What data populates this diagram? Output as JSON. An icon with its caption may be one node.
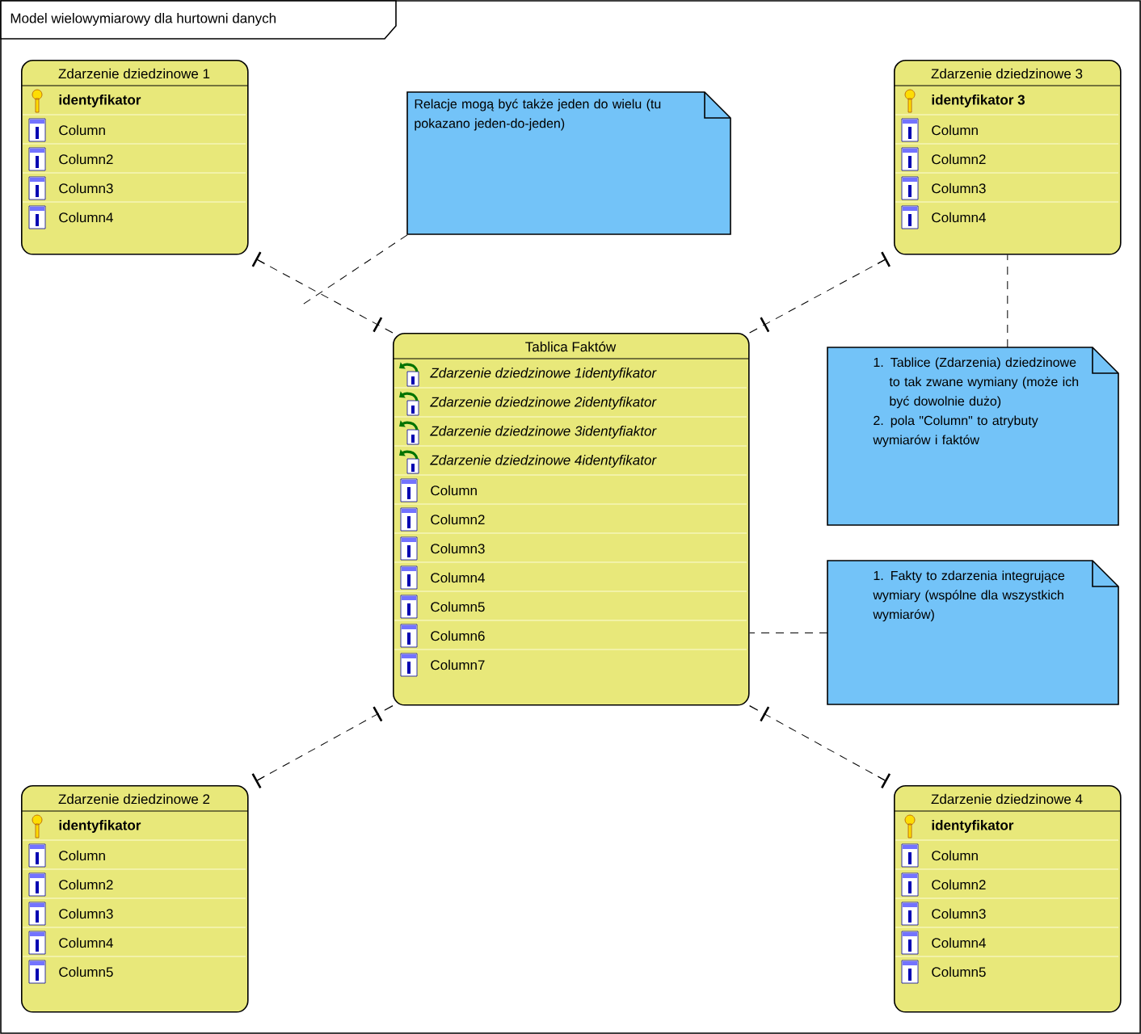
{
  "diagram": {
    "title": "Model wielowymiarowy dla hurtowni danych",
    "nodes": [
      {
        "text": [
          "Zdarzenie dziedzinowe 1",
          "identyfikator",
          "Column",
          "Column2",
          "Column3",
          "Column4"
        ]
      },
      {
        "text": [
          "Relacje mogą być także jeden do wielu (tu pokazano jeden-do-jeden)"
        ]
      },
      {
        "text": [
          "Zdarzenie dziedzinowe 3",
          "identyfikator 3",
          "Column",
          "Column2",
          "Column3",
          "Column4"
        ]
      },
      {
        "text": [
          "Tablica Faktów",
          "Zdarzenie dziedzinowe 1identyfikator",
          "Zdarzenie dziedzinowe 2identyfikator",
          "Zdarzenie dziedzinowe 3identyfiaktor",
          "Zdarzenie dziedzinowe 4identyfikator",
          "Column",
          "Column2",
          "Column3",
          "Column4",
          "Column5",
          "Column6",
          "Column7"
        ]
      },
      {
        "text": [
          "1. Tablice (Zdarzenia) dziedzinowe to tak zwane wymiany (może ich być dowolnie dużo)",
          "2. pola \"Column\" to atrybuty wymiarów i faktów"
        ]
      },
      {
        "text": [
          "1. Fakty to zdarzenia integrujące wymiary (wspólne dla wszystkich wymiarów)"
        ]
      },
      {
        "text": [
          "Zdarzenie dziedzinowe 2",
          "identyfikator",
          "Column",
          "Column2",
          "Column3",
          "Column4",
          "Column5"
        ]
      },
      {
        "text": [
          "Zdarzenie dziedzinowe 4",
          "identyfikator",
          "Column",
          "Column2",
          "Column3",
          "Column4",
          "Column5"
        ]
      }
    ],
    "edges": [
      {
        "from": 0,
        "to": 3,
        "arrow": "other",
        "style": "dashed"
      },
      {
        "from": 2,
        "to": 3,
        "arrow": "other",
        "style": "dashed"
      },
      {
        "from": 6,
        "to": 3,
        "arrow": "other",
        "style": "dashed"
      },
      {
        "from": 7,
        "to": 3,
        "arrow": "other",
        "style": "dashed"
      },
      {
        "from": 1,
        "to": null,
        "arrow": "none",
        "style": "dashed"
      },
      {
        "from": 4,
        "to": 2,
        "arrow": "none",
        "style": "dashed"
      },
      {
        "from": 5,
        "to": 3,
        "arrow": "none",
        "style": "dashed"
      }
    ]
  }
}
